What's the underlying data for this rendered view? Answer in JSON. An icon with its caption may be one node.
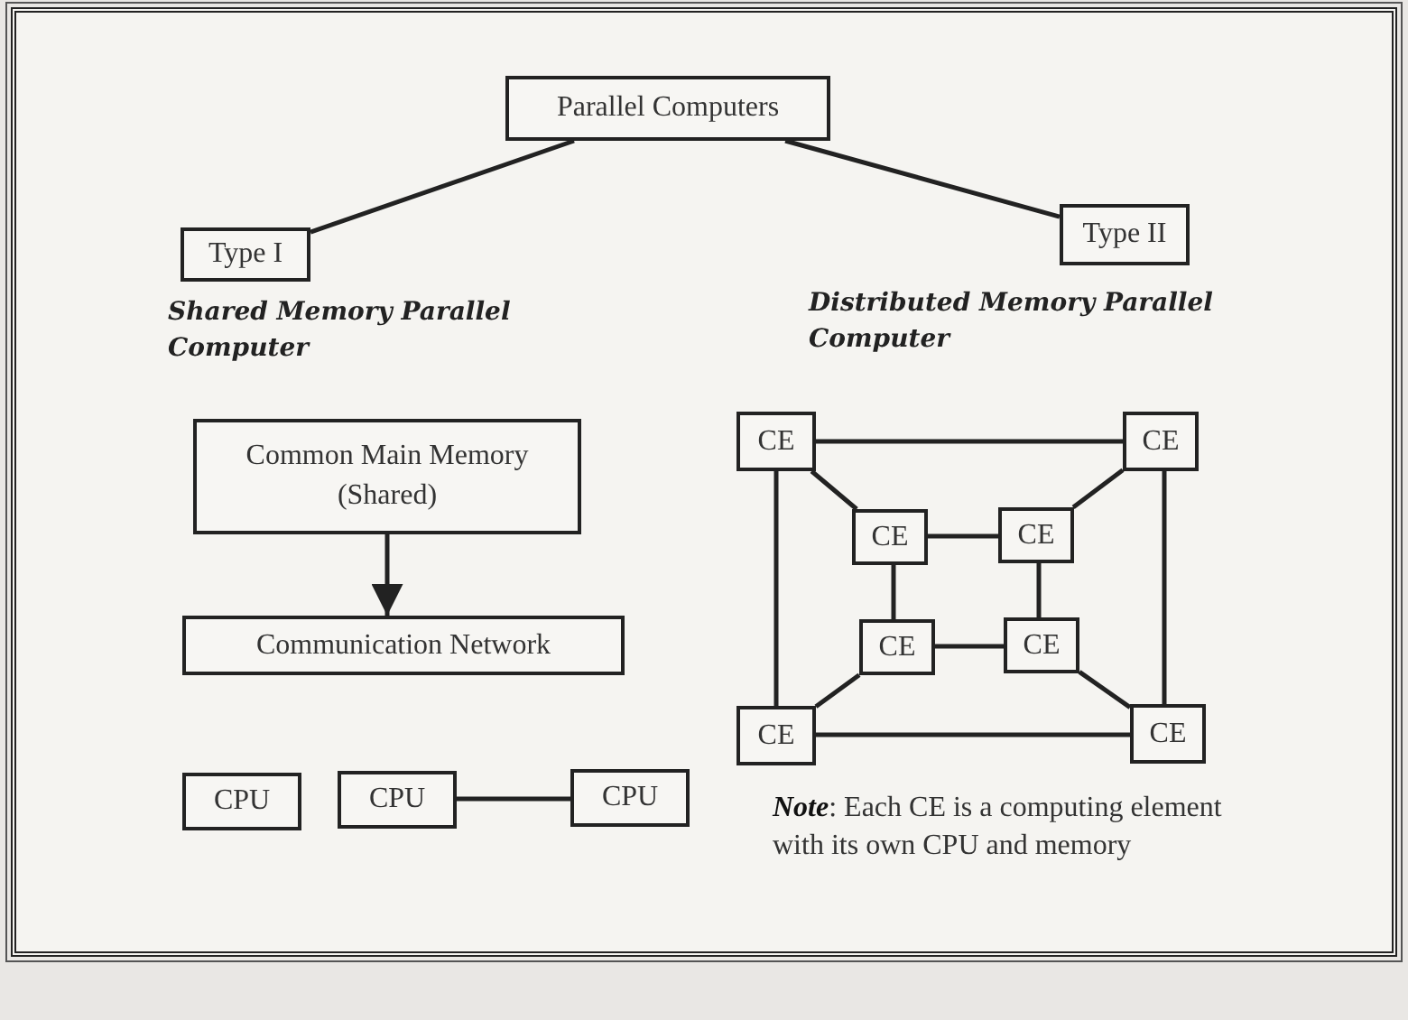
{
  "diagram": {
    "nodes": [
      {
        "text": [
          "Parallel Computers"
        ]
      },
      {
        "text": [
          "Type I"
        ],
        "beside": [
          "Shared Memory Parallel Computer"
        ]
      },
      {
        "text": [
          "Type II"
        ],
        "beside": [
          "Distributed Memory Parallel Computer"
        ]
      },
      {
        "text": [
          "Common Main Memory (Shared)"
        ]
      },
      {
        "text": [
          "Communication Network"
        ]
      },
      {
        "text": [
          "CPU"
        ]
      },
      {
        "text": [
          "CPU"
        ]
      },
      {
        "text": [
          "CPU"
        ]
      },
      {
        "text": [
          "CE"
        ]
      },
      {
        "text": [
          "CE"
        ]
      },
      {
        "text": [
          "CE"
        ]
      },
      {
        "text": [
          "CE"
        ]
      },
      {
        "text": [
          "CE"
        ]
      },
      {
        "text": [
          "CE"
        ]
      },
      {
        "text": [
          "CE"
        ]
      },
      {
        "text": [
          "CE"
        ]
      }
    ],
    "edges": [
      {
        "from": 0,
        "to": 1,
        "arrow": "none"
      },
      {
        "from": 0,
        "to": 2,
        "arrow": "none"
      },
      {
        "from": 3,
        "to": 4,
        "arrow": "to"
      },
      {
        "from": 6,
        "to": 7,
        "arrow": "none"
      },
      {
        "from": 8,
        "to": 9,
        "arrow": "none"
      },
      {
        "from": 8,
        "to": 10,
        "arrow": "none"
      },
      {
        "from": 8,
        "to": 14,
        "arrow": "none"
      },
      {
        "from": 9,
        "to": 11,
        "arrow": "none"
      },
      {
        "from": 9,
        "to": 15,
        "arrow": "none"
      },
      {
        "from": 10,
        "to": 11,
        "arrow": "none"
      },
      {
        "from": 10,
        "to": 12,
        "arrow": "none"
      },
      {
        "from": 11,
        "to": 13,
        "arrow": "none"
      },
      {
        "from": 12,
        "to": 13,
        "arrow": "none"
      },
      {
        "from": 12,
        "to": 14,
        "arrow": "none"
      },
      {
        "from": 13,
        "to": 15,
        "arrow": "none"
      },
      {
        "from": 14,
        "to": 15,
        "arrow": "none"
      }
    ],
    "labels": [
      "**Note**: Each CE is a computing element with its own CPU and memory"
    ]
  }
}
